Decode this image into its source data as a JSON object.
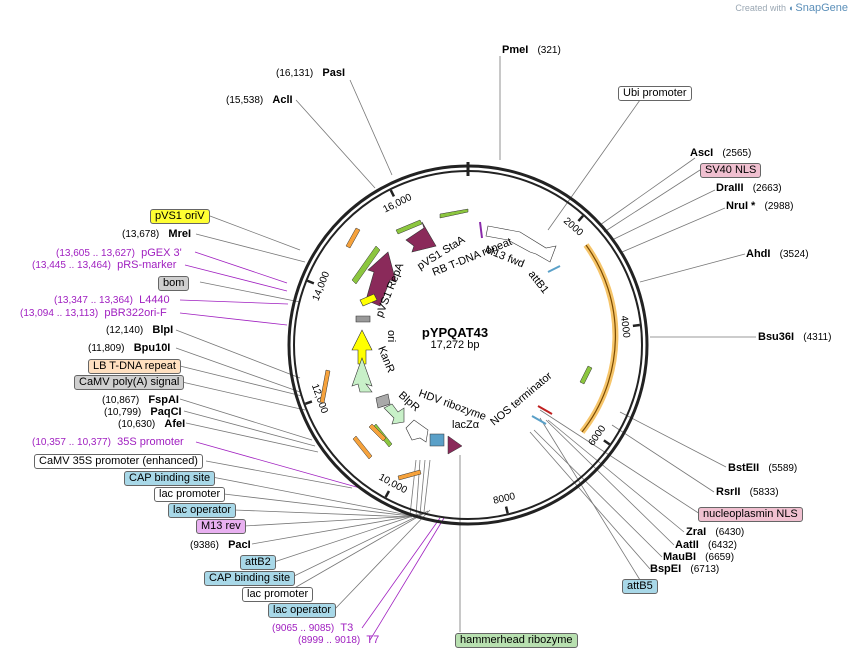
{
  "credit": {
    "prefix": "Created with",
    "brand": "SnapGene"
  },
  "plasmid": {
    "name": "pYPQAT43",
    "size": "17,272 bp",
    "length": 17272
  },
  "ticks": [
    "2000",
    "4000",
    "6000",
    "8000",
    "10,000",
    "12,000",
    "14,000",
    "16,000"
  ],
  "sites": [
    {
      "id": "pmei",
      "name": "PmeI",
      "pos": "(321)",
      "side": "R"
    },
    {
      "id": "asci",
      "name": "AscI",
      "pos": "(2565)",
      "side": "R"
    },
    {
      "id": "draiii",
      "name": "DraIII",
      "pos": "(2663)",
      "side": "R"
    },
    {
      "id": "nrui",
      "name": "NruI *",
      "pos": "(2988)",
      "side": "R"
    },
    {
      "id": "ahdi",
      "name": "AhdI",
      "pos": "(3524)",
      "side": "R"
    },
    {
      "id": "bsu36i",
      "name": "Bsu36I",
      "pos": "(4311)",
      "side": "R"
    },
    {
      "id": "bsteii",
      "name": "BstEII",
      "pos": "(5589)",
      "side": "R"
    },
    {
      "id": "rsrii",
      "name": "RsrII",
      "pos": "(5833)",
      "side": "R"
    },
    {
      "id": "zrai",
      "name": "ZraI",
      "pos": "(6430)",
      "side": "R"
    },
    {
      "id": "aatii",
      "name": "AatII",
      "pos": "(6432)",
      "side": "R"
    },
    {
      "id": "maubi",
      "name": "MauBI",
      "pos": "(6659)",
      "side": "R"
    },
    {
      "id": "bspei",
      "name": "BspEI",
      "pos": "(6713)",
      "side": "R"
    },
    {
      "id": "pasi",
      "name": "PasI",
      "pos": "(16,131)",
      "side": "L"
    },
    {
      "id": "acli",
      "name": "AclI",
      "pos": "(15,538)",
      "side": "L"
    },
    {
      "id": "mrei",
      "name": "MreI",
      "pos": "(13,678)",
      "side": "L"
    },
    {
      "id": "blpi",
      "name": "BlpI",
      "pos": "(12,140)",
      "side": "L"
    },
    {
      "id": "bpu10i",
      "name": "Bpu10I",
      "pos": "(11,809)",
      "side": "L"
    },
    {
      "id": "fspai",
      "name": "FspAI",
      "pos": "(10,867)",
      "side": "L"
    },
    {
      "id": "paqci",
      "name": "PaqCI",
      "pos": "(10,799)",
      "side": "L"
    },
    {
      "id": "afei",
      "name": "AfeI",
      "pos": "(10,630)",
      "side": "L"
    },
    {
      "id": "paci",
      "name": "PacI",
      "pos": "(9386)",
      "side": "L"
    }
  ],
  "primers": [
    {
      "id": "pgex3",
      "name": "pGEX 3'",
      "pos": "(13,605 .. 13,627)"
    },
    {
      "id": "prsmarker",
      "name": "pRS-marker",
      "pos": "(13,445 .. 13,464)"
    },
    {
      "id": "l4440",
      "name": "L4440",
      "pos": "(13,347 .. 13,364)"
    },
    {
      "id": "pbr322orif",
      "name": "pBR322ori-F",
      "pos": "(13,094 .. 13,113)"
    },
    {
      "id": "p35s",
      "name": "35S promoter",
      "pos": "(10,357 .. 10,377)"
    },
    {
      "id": "t3",
      "name": "T3",
      "pos": "(9065 .. 9085)"
    },
    {
      "id": "t7",
      "name": "T7",
      "pos": "(8999 .. 9018)"
    }
  ],
  "boxes": [
    {
      "id": "ubi",
      "text": "Ubi promoter",
      "bg": "#ffffff"
    },
    {
      "id": "sv40",
      "text": "SV40 NLS",
      "bg": "#f0c0d0"
    },
    {
      "id": "nucleo",
      "text": "nucleoplasmin NLS",
      "bg": "#f0c0d0"
    },
    {
      "id": "attb5",
      "text": "attB5",
      "bg": "#a8d8e8"
    },
    {
      "id": "hammer",
      "text": "hammerhead ribozyme",
      "bg": "#b8e0b0"
    },
    {
      "id": "pvs1ori",
      "text": "pVS1 oriV",
      "bg": "#ffff33"
    },
    {
      "id": "bom",
      "text": "bom",
      "bg": "#cfcfcf"
    },
    {
      "id": "lbtdna",
      "text": "LB T-DNA repeat",
      "bg": "#ffe0c0"
    },
    {
      "id": "camvpa",
      "text": "CaMV poly(A) signal",
      "bg": "#cfcfcf"
    },
    {
      "id": "camv35s",
      "text": "CaMV 35S promoter (enhanced)",
      "bg": "#ffffff"
    },
    {
      "id": "cap1",
      "text": "CAP binding site",
      "bg": "#a8d8e8"
    },
    {
      "id": "lacp1",
      "text": "lac promoter",
      "bg": "#ffffff"
    },
    {
      "id": "laco1",
      "text": "lac operator",
      "bg": "#a8d8e8"
    },
    {
      "id": "m13rev",
      "text": "M13 rev",
      "bg": "#e8b0f0"
    },
    {
      "id": "attb2",
      "text": "attB2",
      "bg": "#a8d8e8"
    },
    {
      "id": "cap2",
      "text": "CAP binding site",
      "bg": "#a8d8e8"
    },
    {
      "id": "lacp2",
      "text": "lac promoter",
      "bg": "#ffffff"
    },
    {
      "id": "laco2",
      "text": "lac operator",
      "bg": "#a8d8e8"
    }
  ],
  "inner_features": {
    "pvs1_repa": "pVS1 RepA",
    "pvs1_staa": "pVS1 StaA",
    "rb_tdna": "RB T-DNA repeat",
    "m13fwd": "M13 fwd",
    "attb1": "attB1",
    "ori": "ori",
    "kanr": "KanR",
    "blpr": "BlpR",
    "hdv": "HDV ribozyme",
    "lacz": "lacZα",
    "nos": "NOS terminator"
  }
}
